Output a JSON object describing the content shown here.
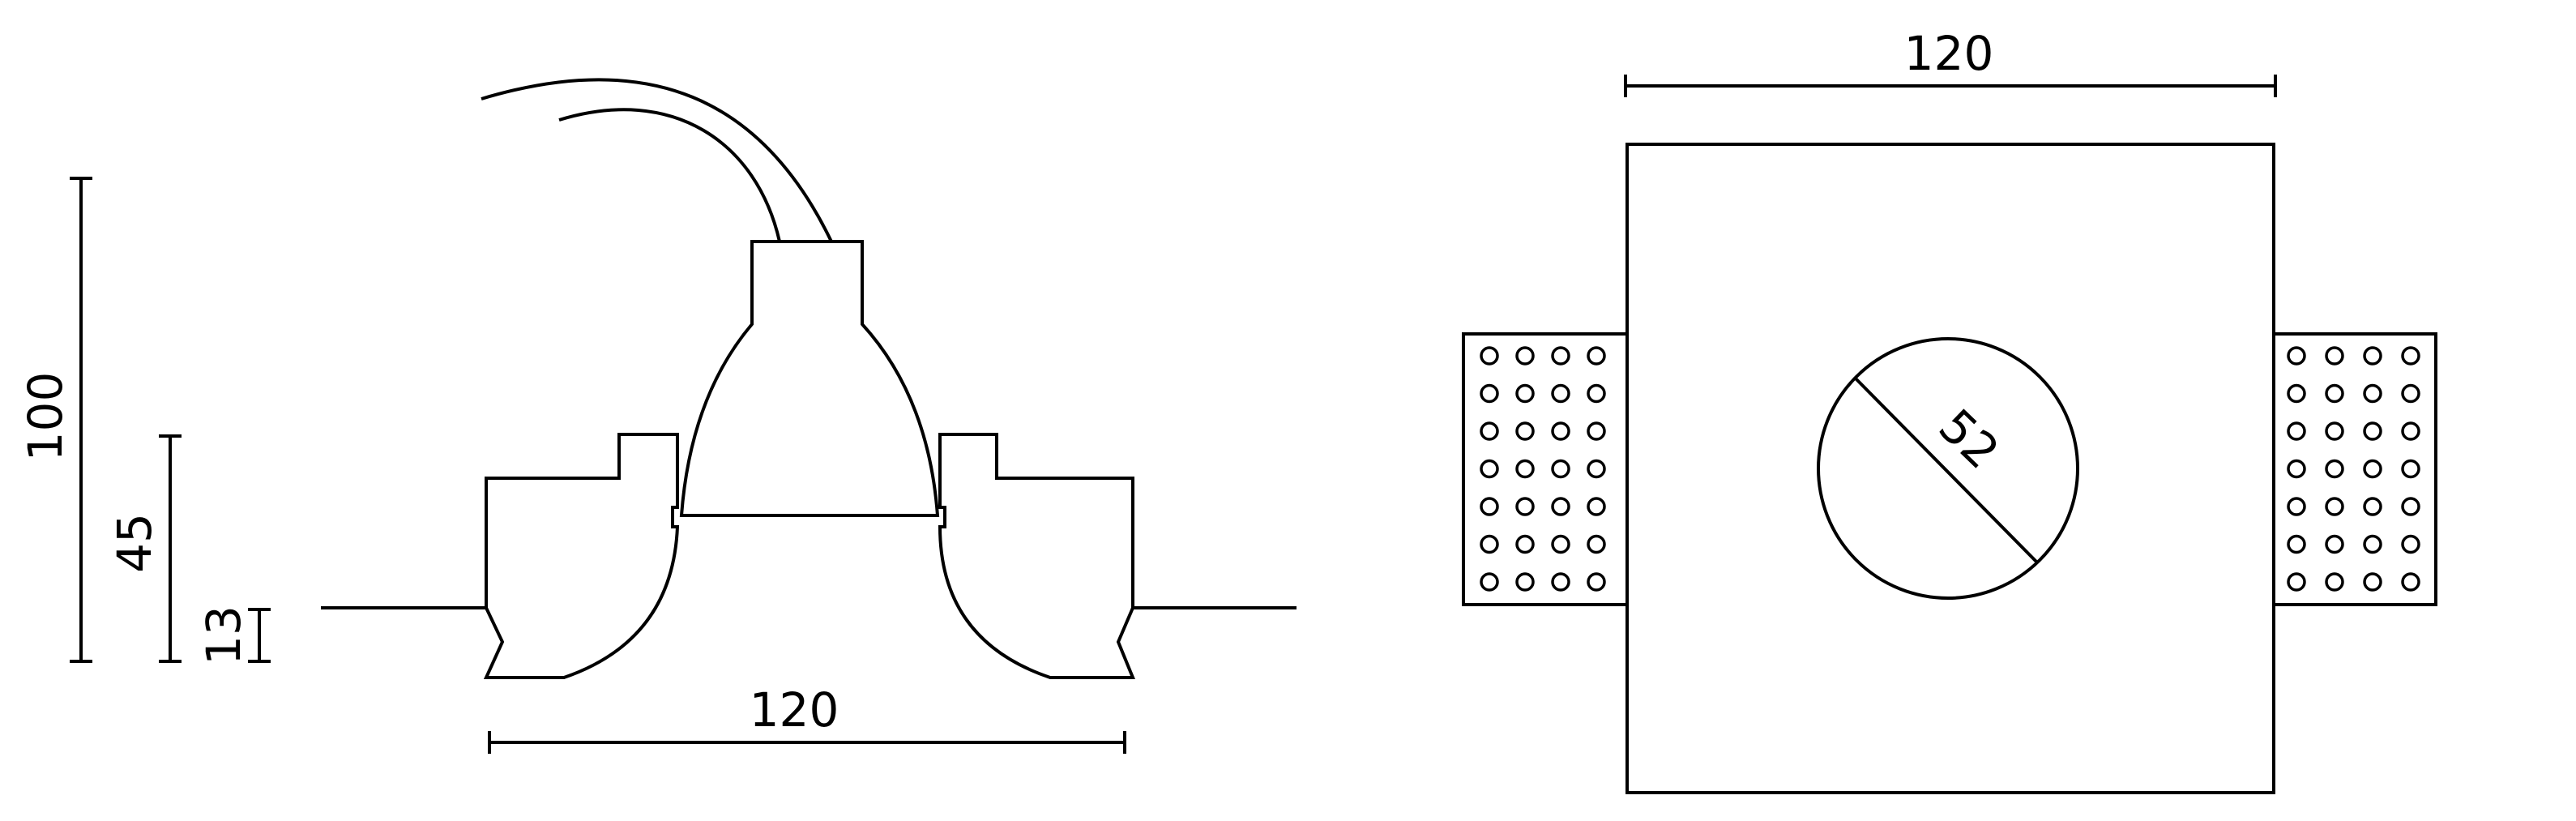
{
  "side_view": {
    "height_total": "100",
    "height_mid": "45",
    "height_small": "13",
    "width": "120"
  },
  "top_view": {
    "width": "120",
    "diameter": "52",
    "grid_holes": {
      "columns": 4,
      "rows": 7
    }
  }
}
